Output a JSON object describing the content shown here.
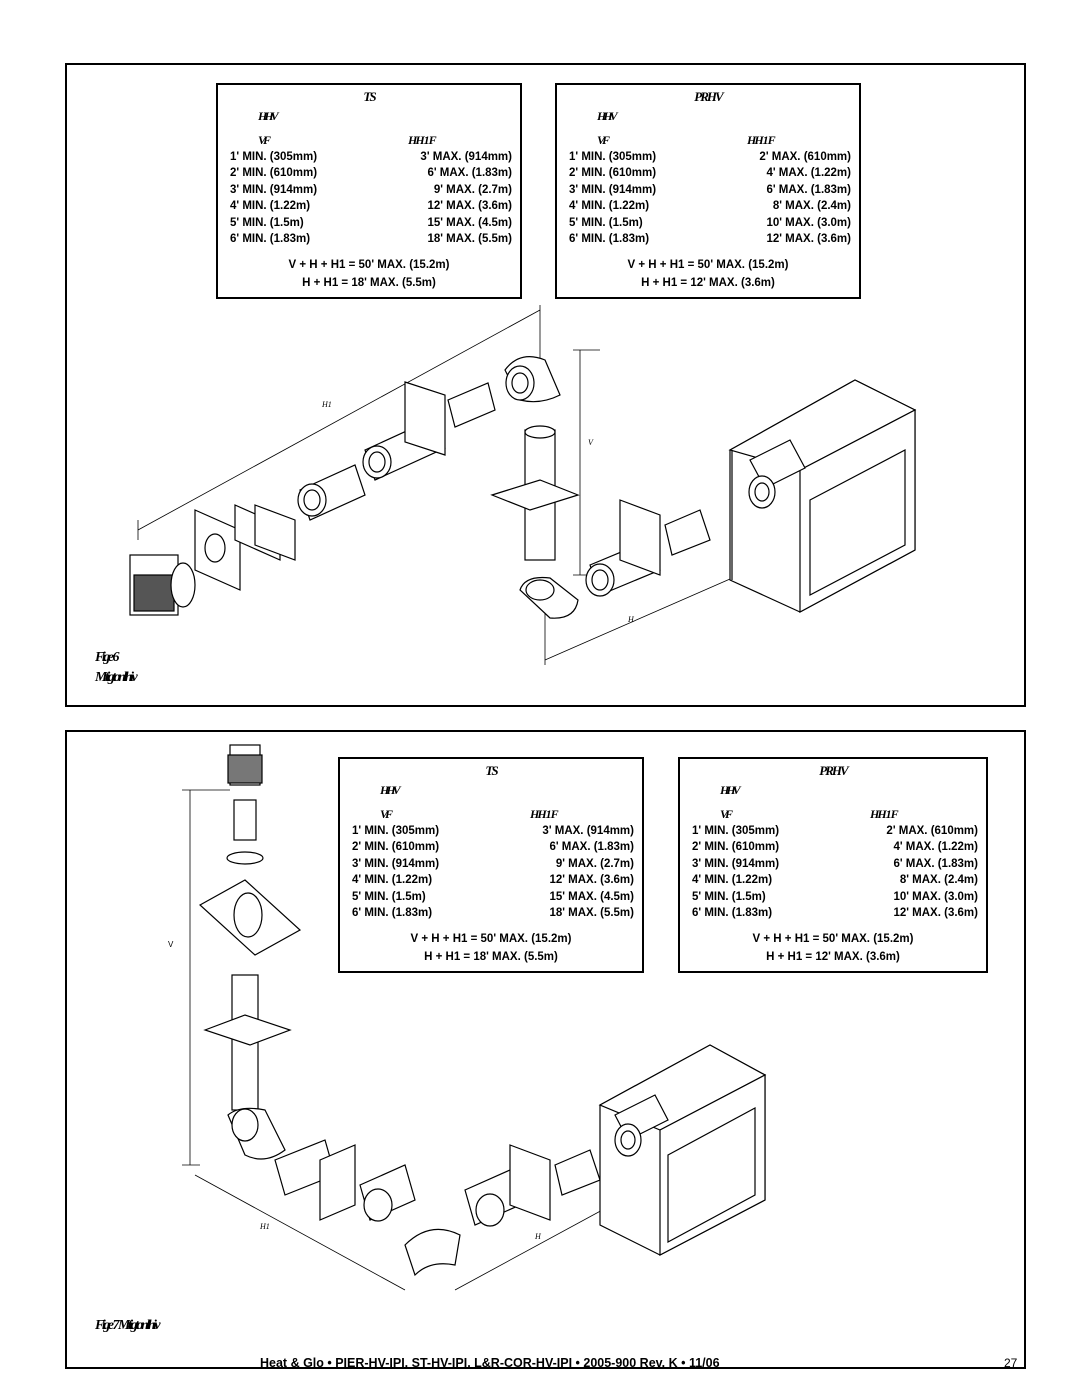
{
  "panel_top": {
    "box_left": {
      "title": "TS",
      "subtitle": "HHV",
      "col_v": "VF",
      "col_h": "HH   1 F",
      "rows": [
        {
          "min": "1' MIN. (305mm)",
          "max": "3' MAX.  (914mm)"
        },
        {
          "min": "2' MIN. (610mm)",
          "max": "6' MAX.  (1.83m)"
        },
        {
          "min": "3' MIN. (914mm)",
          "max": "9' MAX.  (2.7m)"
        },
        {
          "min": "4' MIN. (1.22m)",
          "max": "12' MAX.  (3.6m)"
        },
        {
          "min": "5' MIN. (1.5m)",
          "max": "15' MAX.  (4.5m)"
        },
        {
          "min": "6' MIN. (1.83m)",
          "max": "18' MAX.  (5.5m)"
        }
      ],
      "total_1": "V + H + H1 = 50' MAX. (15.2m)",
      "total_2": "H + H1 = 18' MAX. (5.5m)"
    },
    "box_right": {
      "title": "PRHV",
      "subtitle": "HHV",
      "col_v": "VF",
      "col_h": "HH   1 F",
      "rows": [
        {
          "min": "1' MIN. (305mm)",
          "max": "2' MAX.  (610mm)"
        },
        {
          "min": "2' MIN. (610mm)",
          "max": "4' MAX.  (1.22m)"
        },
        {
          "min": "3' MIN. (914mm)",
          "max": "6' MAX.  (1.83m)"
        },
        {
          "min": "4' MIN. (1.22m)",
          "max": "8' MAX.  (2.4m)"
        },
        {
          "min": "5' MIN. (1.5m)",
          "max": "10' MAX.  (3.0m)"
        },
        {
          "min": "6' MIN. (1.83m)",
          "max": "12' MAX.  (3.6m)"
        }
      ],
      "total_1": "V + H + H1 = 50' MAX. (15.2m)",
      "total_2": "H + H1 = 12' MAX. (3.6m)"
    },
    "labels": {
      "v": "V",
      "h": "H",
      "h1": "H1"
    },
    "figure_caption_1": "Fige 6",
    "figure_caption_2": "Mtigtonlhiv"
  },
  "panel_bottom": {
    "box_left": {
      "title": "TS",
      "subtitle": "HHV",
      "col_v": "VF",
      "col_h": "HH   1 F",
      "rows": [
        {
          "min": "1' MIN. (305mm)",
          "max": "3' MAX.  (914mm)"
        },
        {
          "min": "2' MIN. (610mm)",
          "max": "6' MAX.  (1.83m)"
        },
        {
          "min": "3' MIN. (914mm)",
          "max": "9' MAX.  (2.7m)"
        },
        {
          "min": "4' MIN. (1.22m)",
          "max": "12' MAX.  (3.6m)"
        },
        {
          "min": "5' MIN. (1.5m)",
          "max": "15' MAX.  (4.5m)"
        },
        {
          "min": "6' MIN. (1.83m)",
          "max": "18' MAX.  (5.5m)"
        }
      ],
      "total_1": "V + H + H1 = 50' MAX. (15.2m)",
      "total_2": "H + H1 = 18' MAX. (5.5m)"
    },
    "box_right": {
      "title": "PRHV",
      "subtitle": "HHV",
      "col_v": "VF",
      "col_h": "HH   1 F",
      "rows": [
        {
          "min": "1' MIN. (305mm)",
          "max": "2' MAX.  (610mm)"
        },
        {
          "min": "2' MIN. (610mm)",
          "max": "4' MAX.  (1.22m)"
        },
        {
          "min": "3' MIN. (914mm)",
          "max": "6' MAX.  (1.83m)"
        },
        {
          "min": "4' MIN. (1.22m)",
          "max": "8' MAX.  (2.4m)"
        },
        {
          "min": "5' MIN. (1.5m)",
          "max": "10' MAX.  (3.0m)"
        },
        {
          "min": "6' MIN. (1.83m)",
          "max": "12' MAX.  (3.6m)"
        }
      ],
      "total_1": "V + H + H1 = 50' MAX. (15.2m)",
      "total_2": "H + H1 = 12' MAX. (3.6m)"
    },
    "labels": {
      "v": "V",
      "h": "H",
      "h1": "H1"
    },
    "figure_caption": "Fige 7 Mtigtonlhiv"
  },
  "footer": {
    "text": "Heat & Glo • PIER-HV-IPI, ST-HV-IPI, L&R-COR-HV-IPI • 2005-900 Rev. K • 11/06",
    "page_number": "27"
  }
}
